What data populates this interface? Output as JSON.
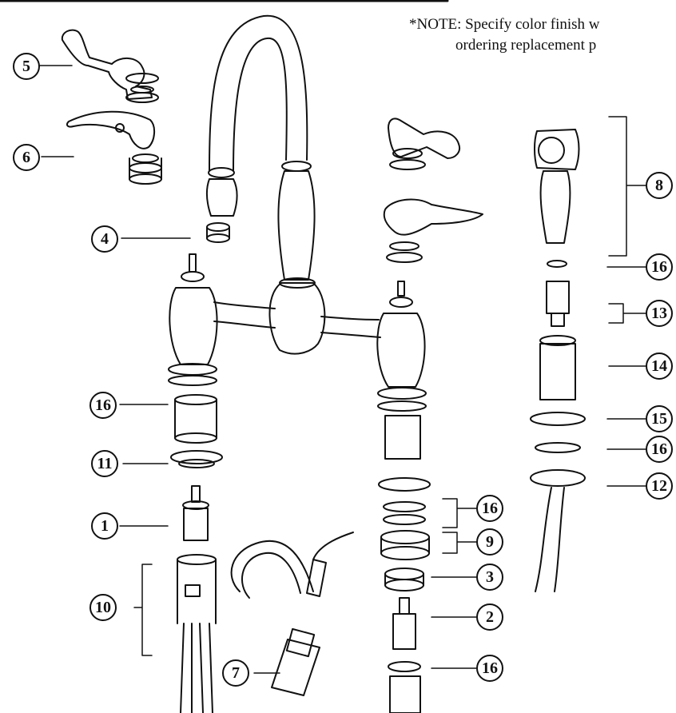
{
  "note": {
    "line1": "*NOTE: Specify color finish w",
    "line2": "ordering replacement p"
  },
  "callouts": [
    {
      "id": "c5",
      "label": "5"
    },
    {
      "id": "c6",
      "label": "6"
    },
    {
      "id": "c4",
      "label": "4"
    },
    {
      "id": "c16a",
      "label": "16"
    },
    {
      "id": "c11",
      "label": "11"
    },
    {
      "id": "c1",
      "label": "1"
    },
    {
      "id": "c10",
      "label": "10"
    },
    {
      "id": "c7",
      "label": "7"
    },
    {
      "id": "c8",
      "label": "8"
    },
    {
      "id": "c16b",
      "label": "16"
    },
    {
      "id": "c13",
      "label": "13"
    },
    {
      "id": "c14",
      "label": "14"
    },
    {
      "id": "c15",
      "label": "15"
    },
    {
      "id": "c16c",
      "label": "16"
    },
    {
      "id": "c12",
      "label": "12"
    },
    {
      "id": "c16d",
      "label": "16"
    },
    {
      "id": "c9",
      "label": "9"
    },
    {
      "id": "c3",
      "label": "3"
    },
    {
      "id": "c2",
      "label": "2"
    },
    {
      "id": "c16e",
      "label": "16"
    }
  ]
}
